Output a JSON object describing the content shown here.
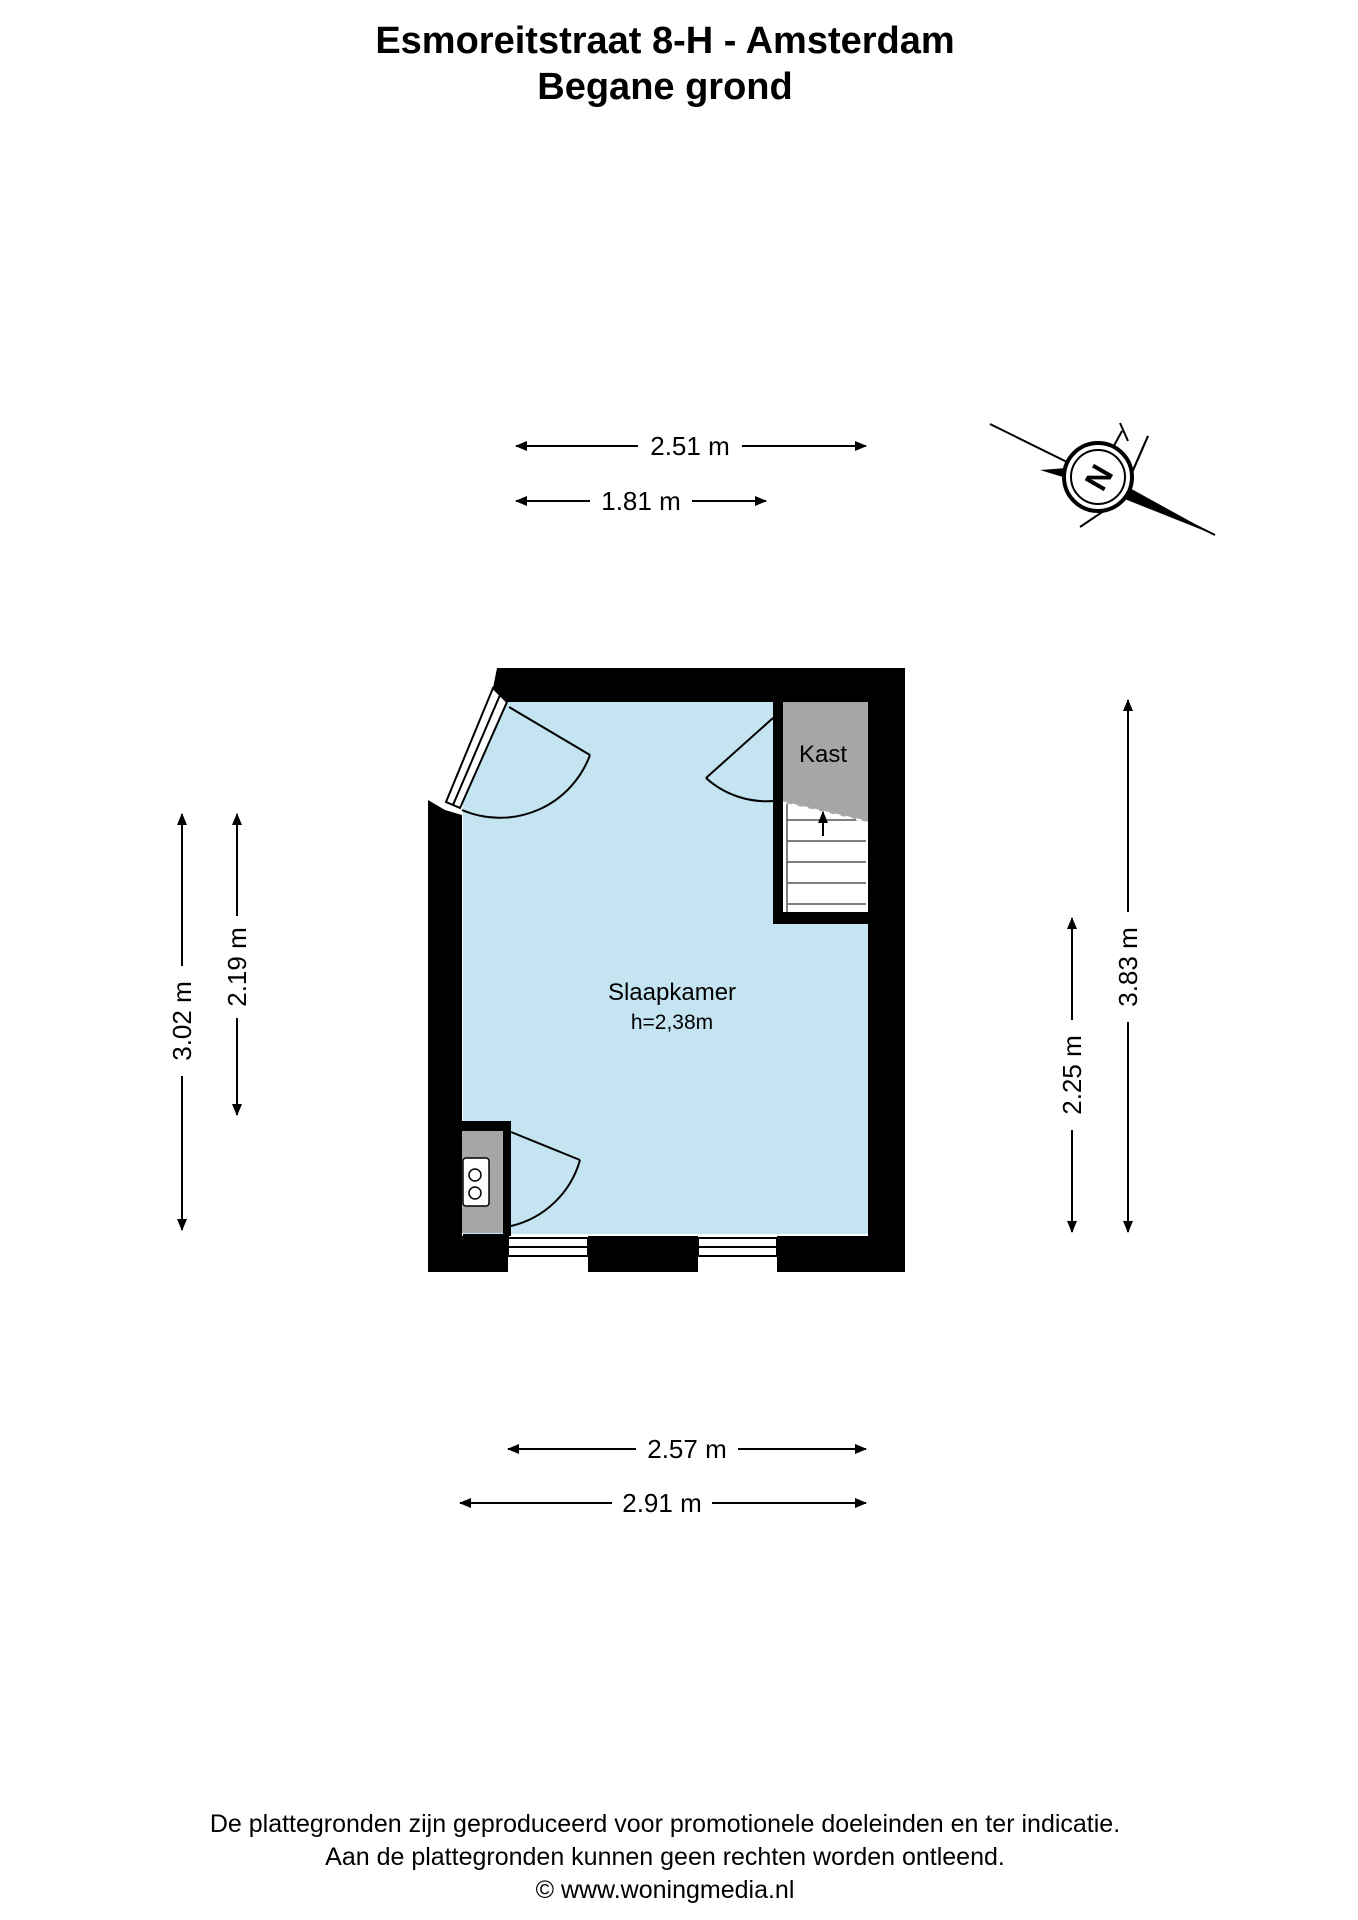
{
  "header": {
    "title": "Esmoreitstraat 8-H - Amsterdam",
    "subtitle": "Begane grond"
  },
  "rooms": {
    "main": {
      "name": "Slaapkamer",
      "height": "h=2,38m"
    },
    "closet": {
      "name": "Kast"
    }
  },
  "dimensions": {
    "top_outer": "2.51 m",
    "top_inner": "1.81 m",
    "left_outer": "3.02 m",
    "left_inner": "2.19 m",
    "right_inner": "2.25 m",
    "right_outer": "3.83 m",
    "bottom_inner": "2.57 m",
    "bottom_outer": "2.91 m"
  },
  "compass": {
    "label": "N"
  },
  "footer": {
    "line1": "De plattegronden zijn geproduceerd voor promotionele doeleinden en ter indicatie.",
    "line2": "Aan de plattegronden kunnen geen rechten worden ontleend.",
    "line3": "© www.woningmedia.nl"
  },
  "colors": {
    "room_fill": "#c3e4f0",
    "closet_fill": "#a6a6a6",
    "wall": "#000000"
  }
}
